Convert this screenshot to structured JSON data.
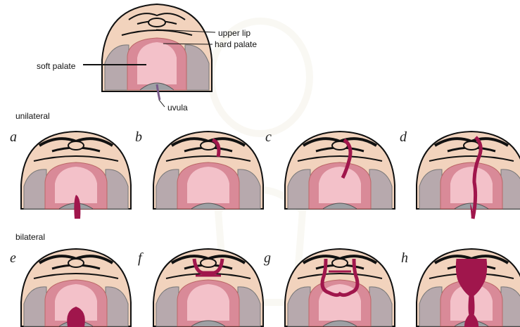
{
  "labels": {
    "upper_lip": "upper lip",
    "hard_palate": "hard palate",
    "soft_palate": "soft palate",
    "uvula": "uvula"
  },
  "sections": {
    "unilateral": "unilateral",
    "bilateral": "bilateral"
  },
  "panels": [
    {
      "letter": "a",
      "cleft": "unilateral-soft"
    },
    {
      "letter": "b",
      "cleft": "unilateral-lip"
    },
    {
      "letter": "c",
      "cleft": "unilateral-lip-hard"
    },
    {
      "letter": "d",
      "cleft": "unilateral-complete"
    },
    {
      "letter": "e",
      "cleft": "bilateral-soft"
    },
    {
      "letter": "f",
      "cleft": "bilateral-lip"
    },
    {
      "letter": "g",
      "cleft": "bilateral-lip-hard"
    },
    {
      "letter": "h",
      "cleft": "bilateral-complete"
    }
  ],
  "colors": {
    "skin": "#f2d3bd",
    "palate": "#d98a98",
    "palate_light": "#f3c1c9",
    "gum": "#b7a9ad",
    "cleft": "#a0164c",
    "outline": "#111111"
  }
}
